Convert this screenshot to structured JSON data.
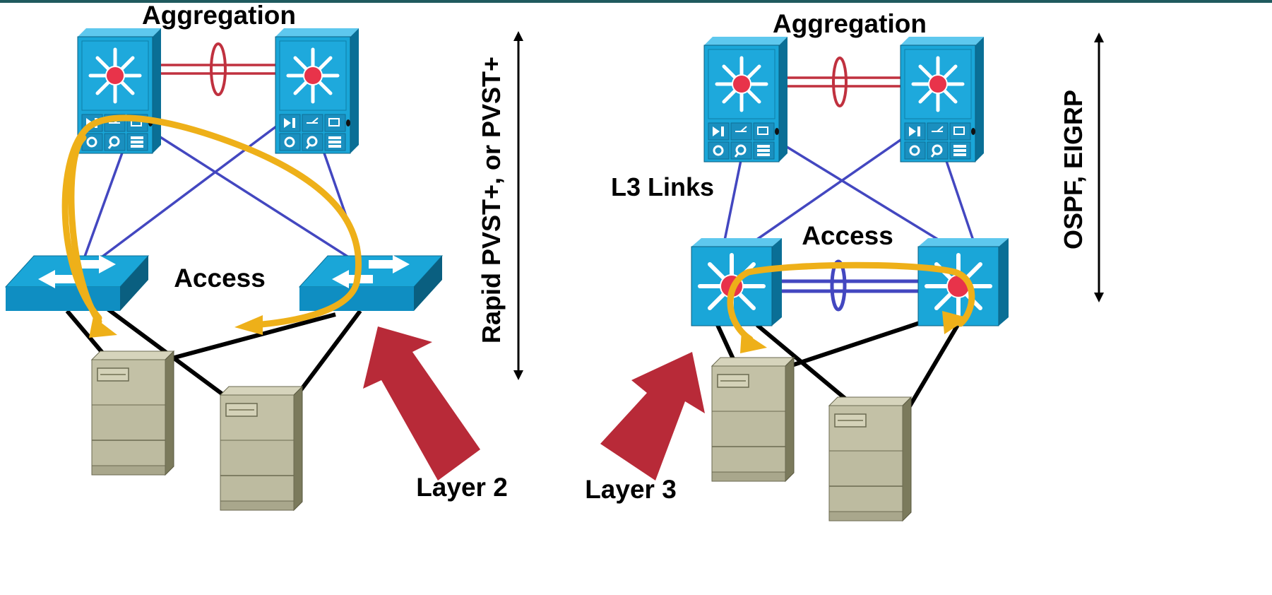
{
  "left": {
    "aggregation_label": "Aggregation",
    "access_label": "Access",
    "layer_label": "Layer 2",
    "protocol_label": "Rapid PVST+, or PVST+"
  },
  "right": {
    "aggregation_label": "Aggregation",
    "access_label": "Access",
    "links_label": "L3 Links",
    "layer_label": "Layer 3",
    "protocol_label": "OSPF, EIGRP"
  },
  "colors": {
    "device_blue": "#1aa6d8",
    "device_dark": "#0a6f96",
    "link_blue": "#4347c0",
    "channel_red": "#c0313f",
    "flow_orange": "#eeb019",
    "big_arrow": "#b82a38",
    "server_body": "#bdbba0",
    "banner": "#1f5a5e"
  }
}
